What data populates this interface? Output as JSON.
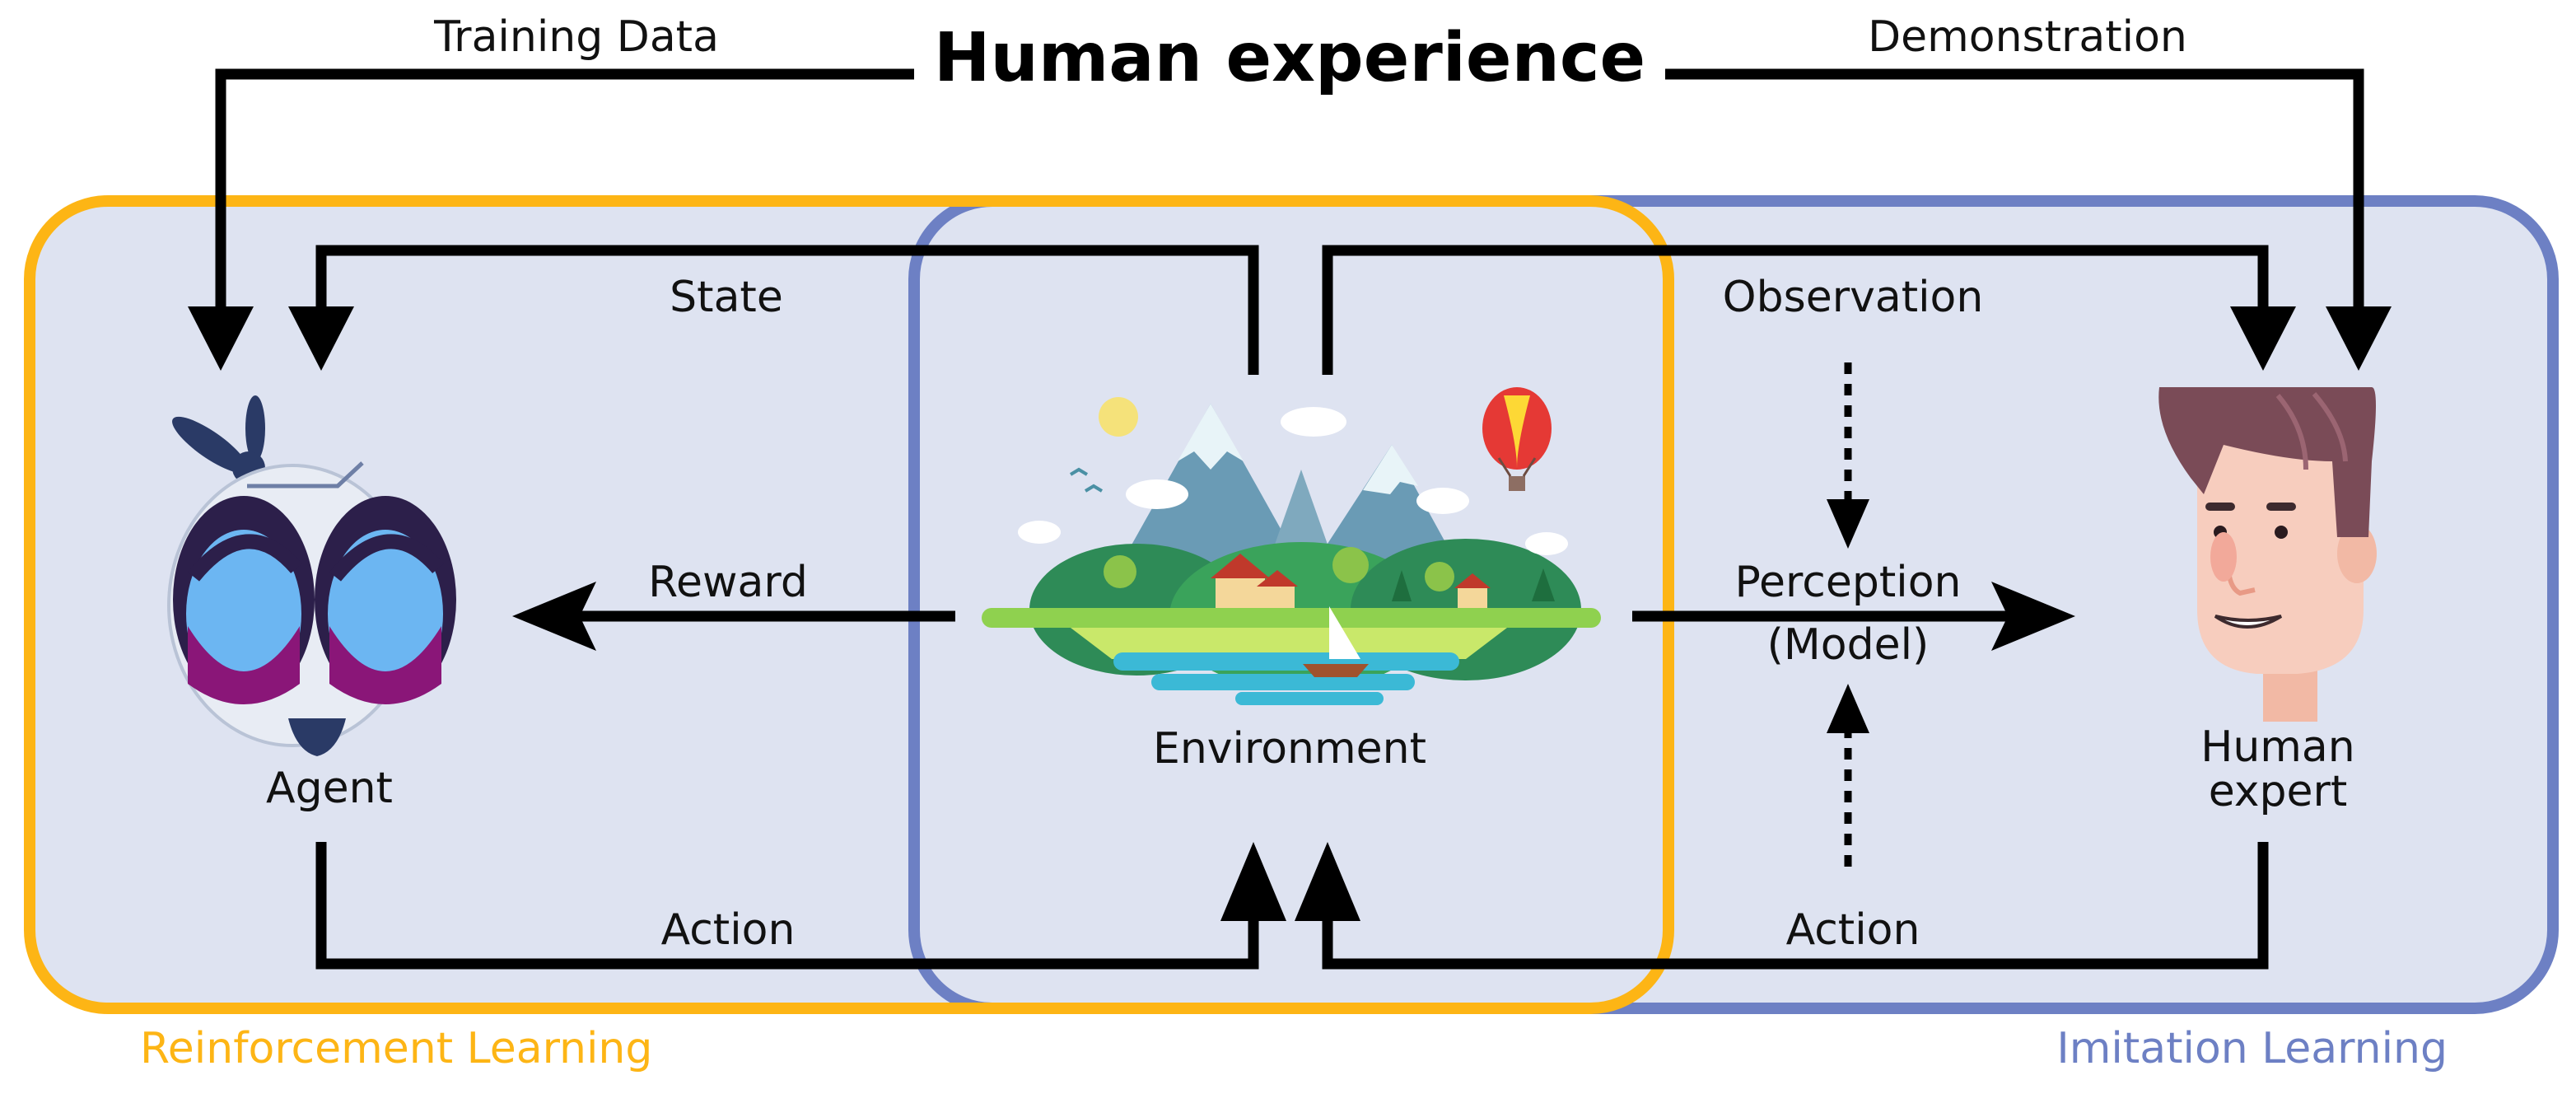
{
  "title": "Human experience",
  "labels": {
    "training_data": "Training Data",
    "demonstration": "Demonstration",
    "state": "State",
    "observation": "Observation",
    "reward": "Reward",
    "perception_line1": "Perception",
    "perception_line2": "(Model)",
    "environment": "Environment",
    "agent": "Agent",
    "human_line1": "Human",
    "human_line2": "expert",
    "action_left": "Action",
    "action_right": "Action"
  },
  "regions": {
    "reinforcement": "Reinforcement Learning",
    "imitation": "Imitation Learning"
  },
  "colors": {
    "reinforcement": "#FDB515",
    "imitation": "#6D80C4",
    "panel_fill": "#DEE3F1",
    "arrow": "#000000"
  },
  "icons": {
    "agent": "robot-agent-icon",
    "environment": "island-landscape-icon",
    "human": "human-expert-face-icon"
  }
}
